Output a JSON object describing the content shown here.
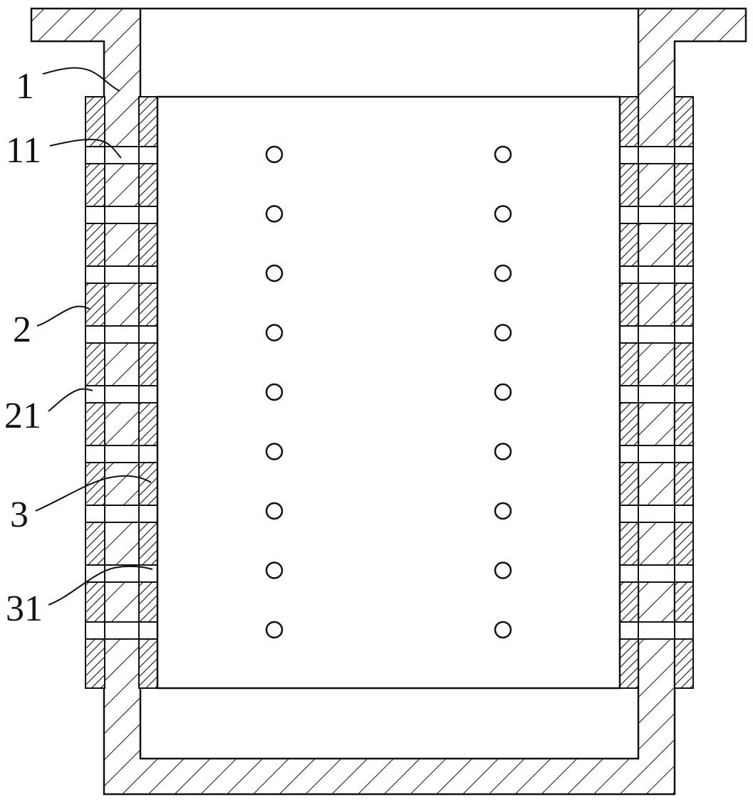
{
  "labels": {
    "l1": "1",
    "l11": "11",
    "l2": "2",
    "l21": "21",
    "l3": "3",
    "l31": "31"
  },
  "holes": {
    "rows": 9,
    "cols": 2
  },
  "colors": {
    "stroke": "#111111",
    "background": "#ffffff"
  }
}
